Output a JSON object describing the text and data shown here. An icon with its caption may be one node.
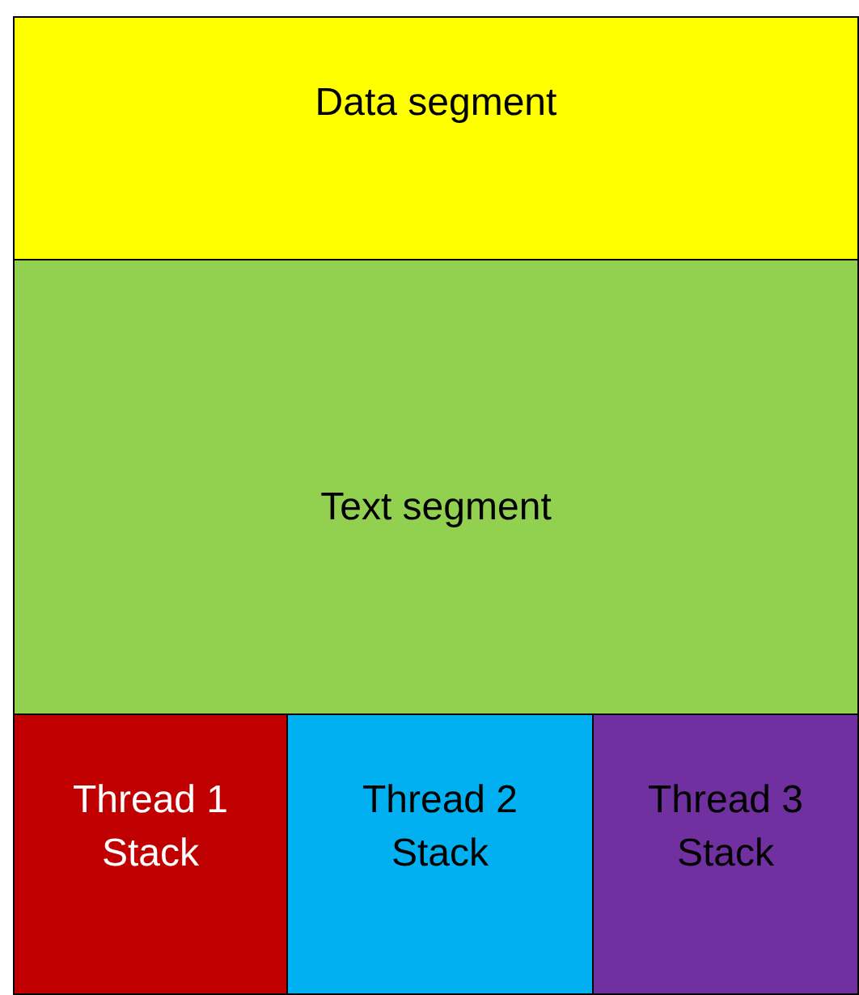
{
  "diagram": {
    "nodes": [
      {
        "text": [
          "Data segment"
        ]
      },
      {
        "text": [
          "Text segment"
        ]
      },
      {
        "text": [
          "Thread 1 Stack"
        ]
      },
      {
        "text": [
          "Thread 2 Stack"
        ]
      },
      {
        "text": [
          "Thread 3 Stack"
        ]
      }
    ]
  }
}
